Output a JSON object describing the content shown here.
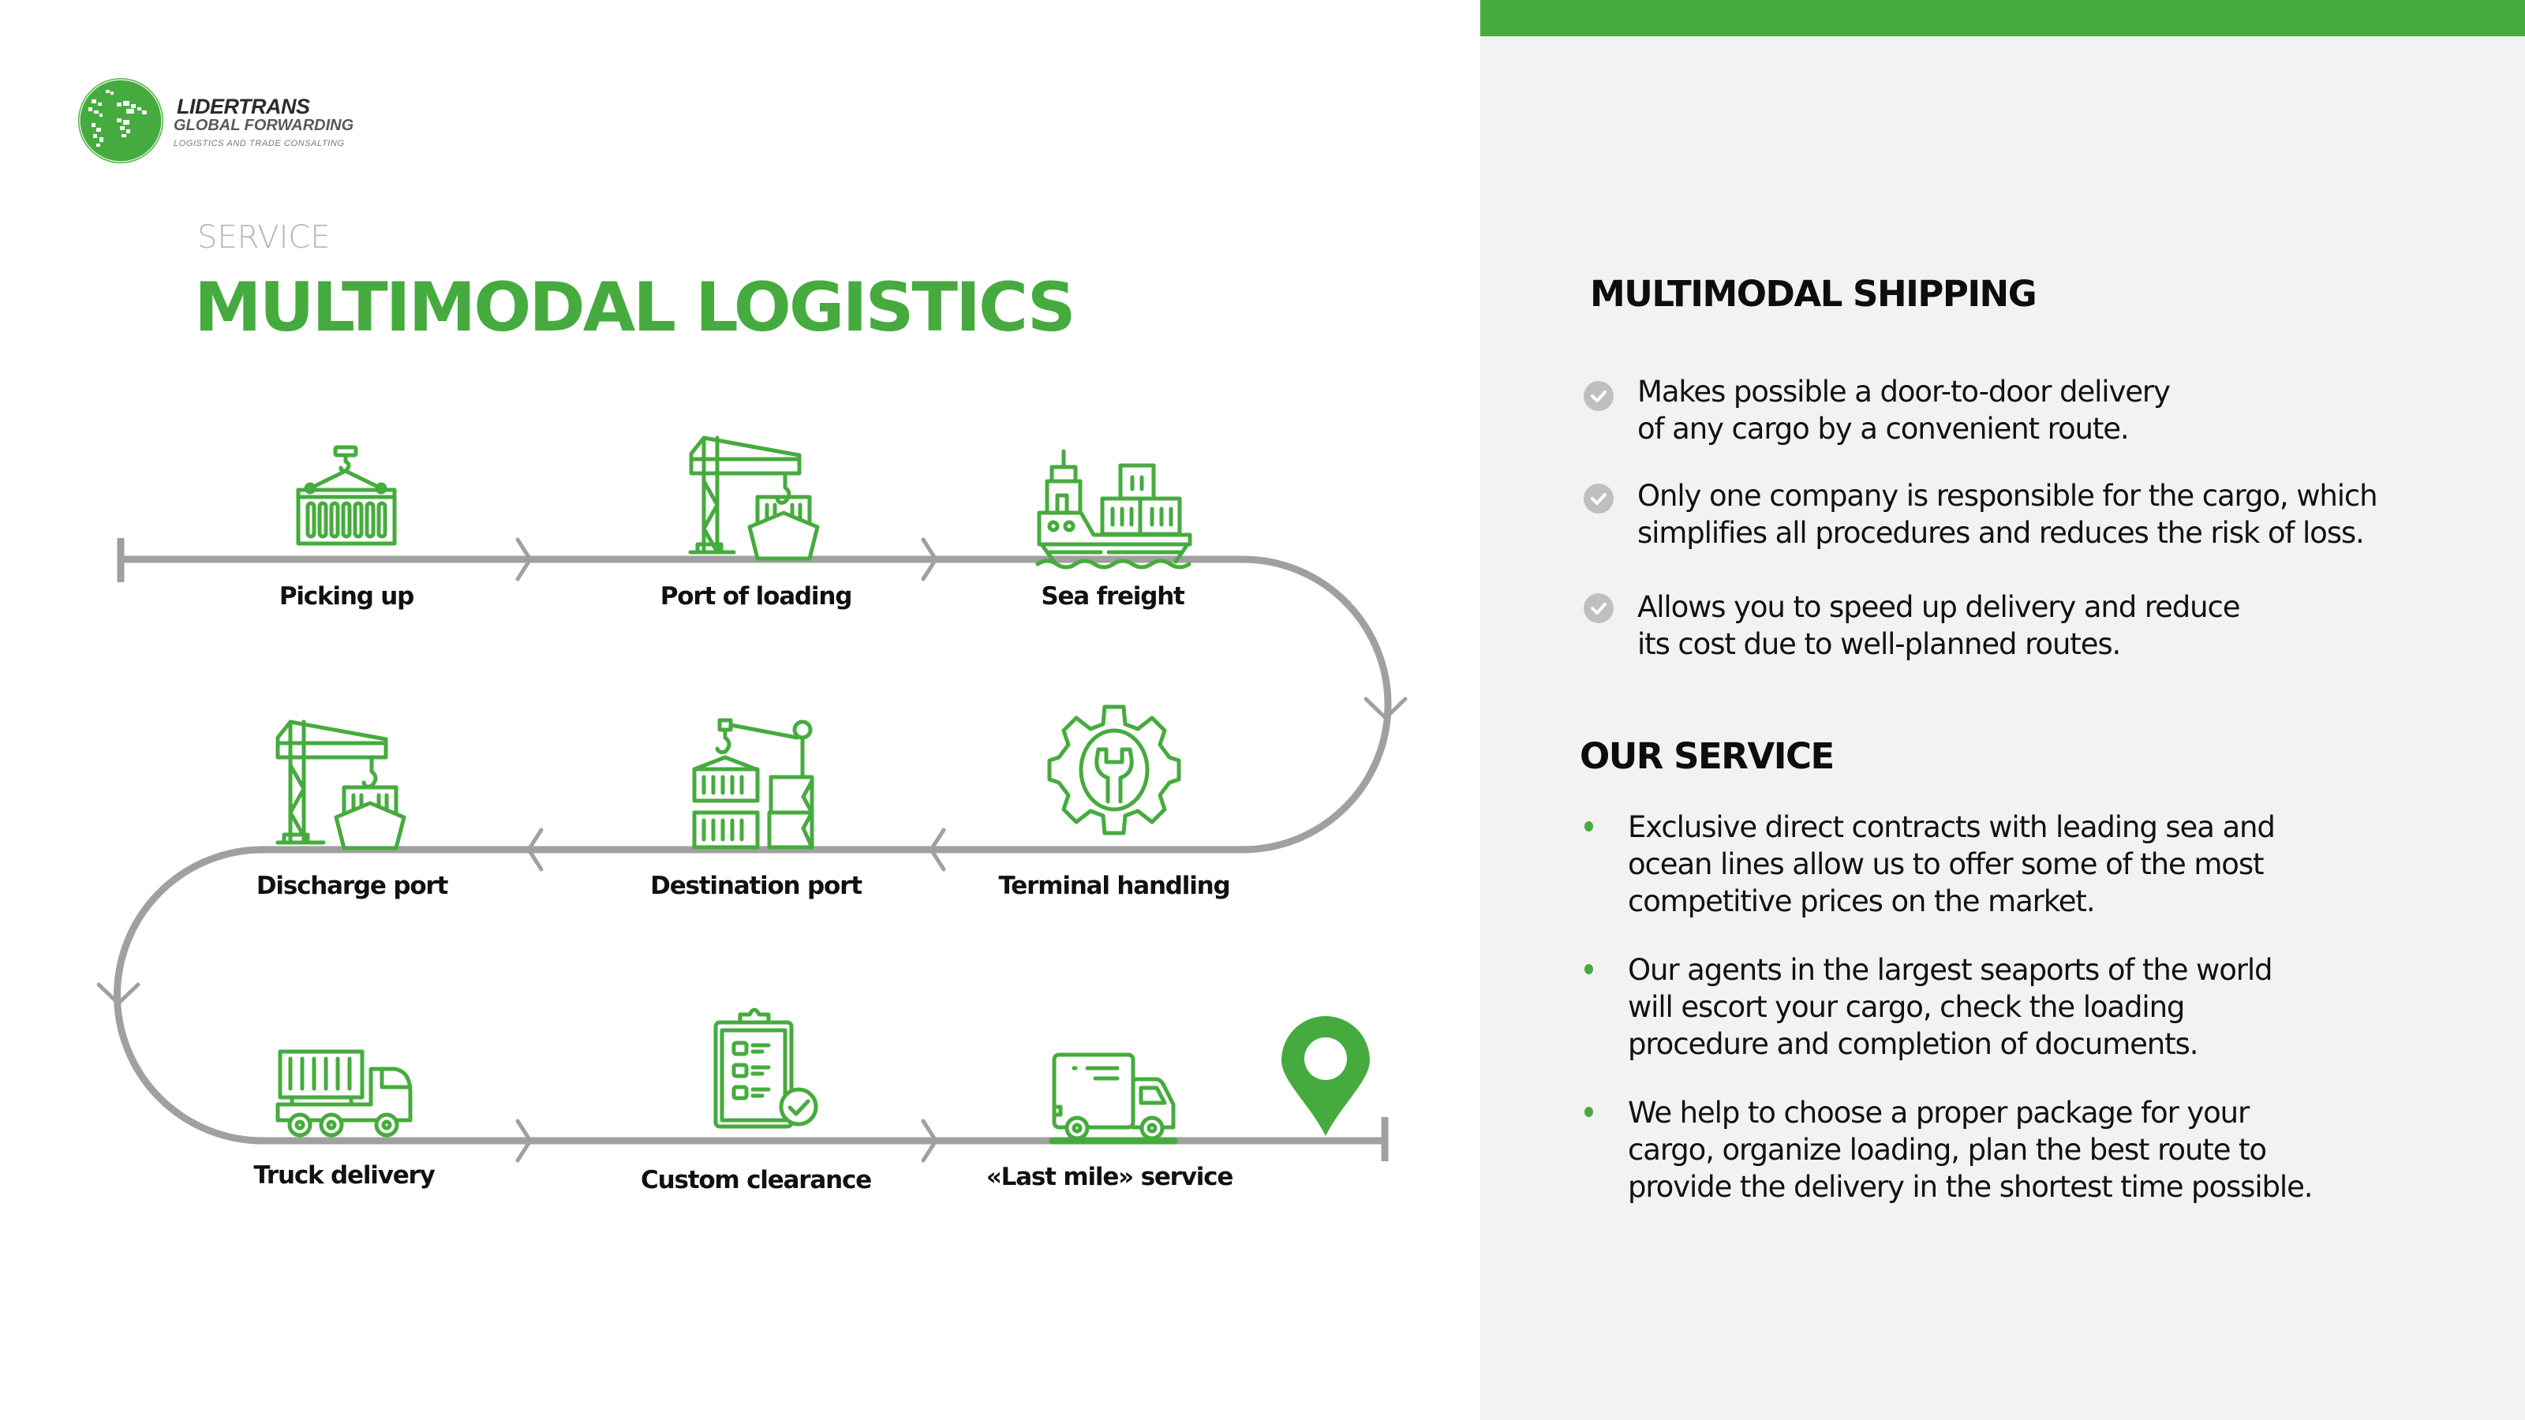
{
  "brand": {
    "name": "LIDERTRANS",
    "subtitle": "GLOBAL FORWARDING",
    "tagline": "LOGISTICS AND TRADE CONSALTING",
    "accent_color": "#46ab3e"
  },
  "header": {
    "eyebrow": "SERVICE",
    "title": "MULTIMODAL LOGISTICS"
  },
  "process": {
    "steps": [
      {
        "label": "Picking up",
        "icon": "hanging-container-icon"
      },
      {
        "label": "Port of loading",
        "icon": "port-crane-ship-icon"
      },
      {
        "label": "Sea freight",
        "icon": "cargo-ship-icon"
      },
      {
        "label": "Terminal handling",
        "icon": "gear-wrench-icon"
      },
      {
        "label": "Destination port",
        "icon": "container-stack-crane-icon"
      },
      {
        "label": "Discharge port",
        "icon": "port-crane-ship-icon"
      },
      {
        "label": "Truck delivery",
        "icon": "container-truck-icon"
      },
      {
        "label": "Custom clearance",
        "icon": "clipboard-check-icon"
      },
      {
        "label": "«Last mile» service",
        "icon": "delivery-van-icon"
      }
    ],
    "end_marker": "location-pin-icon",
    "path_color": "#a0a0a0",
    "icon_color": "#46ab3e"
  },
  "multimodal_shipping": {
    "heading": "MULTIMODAL SHIPPING",
    "items": [
      {
        "lines": [
          "Makes possible a door-to-door delivery",
          "of any cargo by a convenient route."
        ]
      },
      {
        "lines": [
          "Only one company is responsible for the cargo, which",
          "simplifies all procedures and reduces the risk of loss."
        ]
      },
      {
        "lines": [
          "Allows you to speed up delivery and reduce",
          "its cost due to well-planned routes."
        ]
      }
    ]
  },
  "our_service": {
    "heading": "OUR SERVICE",
    "items": [
      {
        "lines": [
          "Exclusive direct contracts with leading sea and",
          "ocean lines allow us to offer some of the most",
          "competitive prices on the market."
        ]
      },
      {
        "lines": [
          "Our agents in the largest seaports of the world",
          "will escort your cargo, check the loading",
          "procedure and completion of documents."
        ]
      },
      {
        "lines": [
          "We help to choose a proper package for your",
          "cargo, organize loading, plan the best route to",
          "provide the delivery in the shortest time possible."
        ]
      }
    ]
  }
}
